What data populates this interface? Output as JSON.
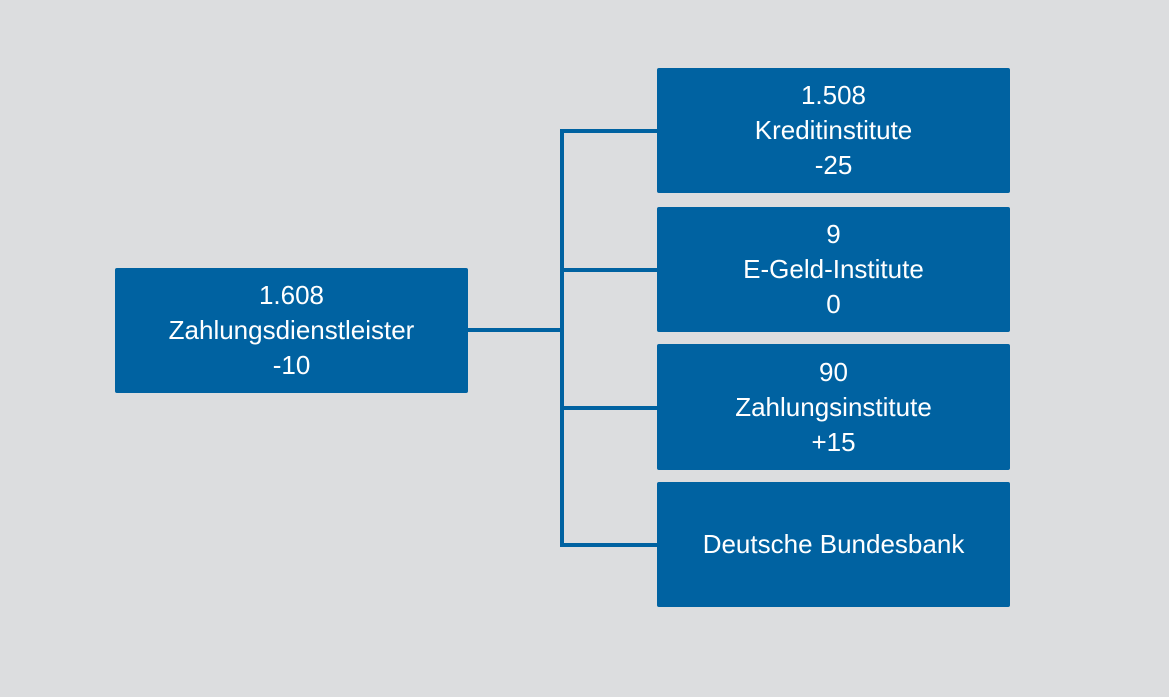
{
  "colors": {
    "background": "#dcdddf",
    "box": "#0062a1",
    "text": "#ffffff",
    "connector": "#0062a1"
  },
  "root": {
    "count": "1.608",
    "label": "Zahlungsdienstleister",
    "change": "-10"
  },
  "children": [
    {
      "count": "1.508",
      "label": "Kreditinstitute",
      "change": "-25"
    },
    {
      "count": "9",
      "label": "E-Geld-Institute",
      "change": "0"
    },
    {
      "count": "90",
      "label": "Zahlungsinstitute",
      "change": "+15"
    },
    {
      "label": "Deutsche Bundesbank"
    }
  ]
}
